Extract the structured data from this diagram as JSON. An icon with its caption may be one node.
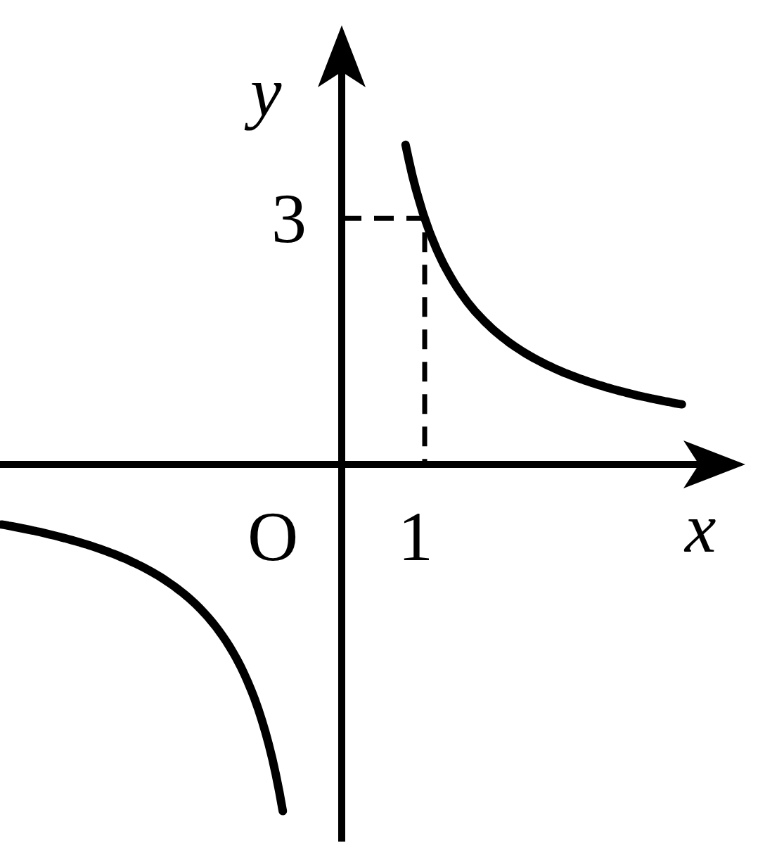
{
  "diagram": {
    "labels": [
      "y",
      "3",
      "O",
      "1",
      "x"
    ]
  }
}
